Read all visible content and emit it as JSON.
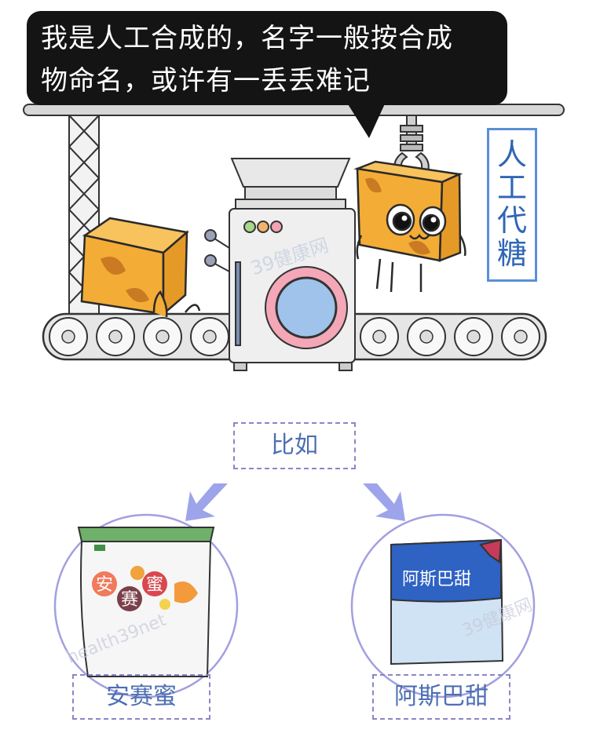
{
  "speech_bubble": {
    "line1": "我是人工合成的，名字一般按合成",
    "line2": "物命名，或许有一丢丢难记"
  },
  "side_label": [
    "人",
    "工",
    "代",
    "糖"
  ],
  "machine": {
    "watermark": "39健康网"
  },
  "example_caption": "比如",
  "products": [
    {
      "package_label": "安赛蜜",
      "package_chars": [
        "安",
        "赛",
        "蜜"
      ],
      "caption": "安赛蜜",
      "watermark": "health39net"
    },
    {
      "package_label": "阿斯巴甜",
      "caption": "阿斯巴甜",
      "watermark": "39健康网"
    }
  ],
  "colors": {
    "cube": "#f3ac35",
    "cube_spot": "#c97a22",
    "outline": "#2a2a2a",
    "accent_blue": "#2f66b5",
    "arrow": "#9ea4ea",
    "circle": "#a29fe0"
  }
}
